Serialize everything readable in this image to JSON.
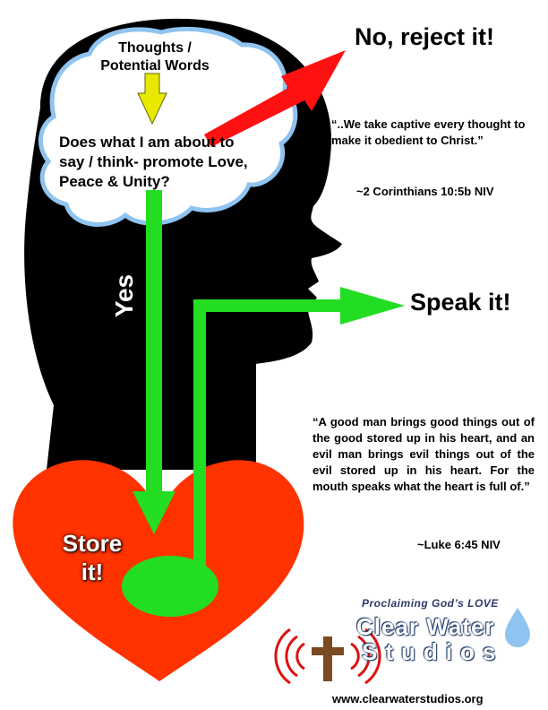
{
  "diagram": {
    "top_box_text": "Thoughts /\nPotential Words",
    "question_text": "Does what I am about to say / think- promote Love, Peace & Unity?",
    "reject_label": "No, reject it!",
    "yes_label": "Yes",
    "speak_label": "Speak it!",
    "store_label": "Store\nit!",
    "quote_1": "“..We take captive every thought to make it obedient to Christ.”",
    "quote_1_reference": "~2 Corinthians 10:5b NIV",
    "quote_2": "“A good man brings good things out of the good stored up in his heart, and an evil man brings evil things out of the evil stored up in his heart. For the mouth speaks what the heart is full of.”",
    "quote_2_reference": "~Luke 6:45 NIV"
  },
  "branding": {
    "tagline": "Proclaiming God’s LOVE",
    "name_line_1": "Clear Water",
    "name_line_2": "Studios",
    "website": "www.clearwaterstudios.org"
  },
  "colors": {
    "head": "#000000",
    "brain_bubble": "#ffffff",
    "bubble_outline": "#8fc4f0",
    "yes_arrow": "#22dd22",
    "reject_arrow": "#ff1111",
    "heart": "#ff3300",
    "heart_core": "#22dd22",
    "down_arrow": "#e8e800",
    "brand_blue": "#1a3d7a",
    "cross": "#7a4a20",
    "signal": "#dd1111"
  },
  "icons": [
    "head-silhouette-icon",
    "down-arrow-icon",
    "heart-icon",
    "cross-icon",
    "signal-waves-icon",
    "water-drop-icon"
  ]
}
